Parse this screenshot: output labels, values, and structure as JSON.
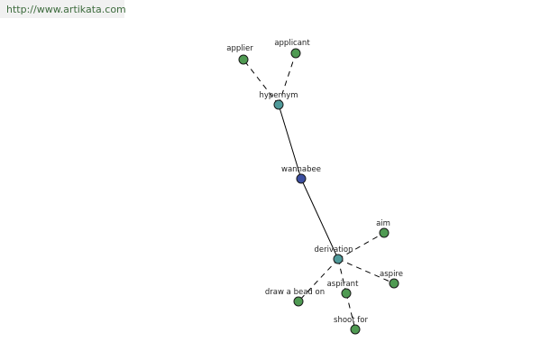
{
  "watermark": {
    "text": "http://www.artikata.com"
  },
  "colors": {
    "center": "#3b4ea0",
    "relation": "#4f9a9a",
    "term": "#4f9a52",
    "edge": "#000000",
    "watermark_bg": "#f1f1f1",
    "watermark_text": "#3d6b3d"
  },
  "graph": {
    "nodes": [
      {
        "id": "wannabee",
        "label": "wannabee",
        "kind": "center"
      },
      {
        "id": "hypernym",
        "label": "hypernym",
        "kind": "relation"
      },
      {
        "id": "derivation",
        "label": "derivation",
        "kind": "relation"
      },
      {
        "id": "applier",
        "label": "applier",
        "kind": "term"
      },
      {
        "id": "applicant",
        "label": "applicant",
        "kind": "term"
      },
      {
        "id": "aim",
        "label": "aim",
        "kind": "term"
      },
      {
        "id": "aspire",
        "label": "aspire",
        "kind": "term"
      },
      {
        "id": "aspirant",
        "label": "aspirant",
        "kind": "term"
      },
      {
        "id": "draw-a-bead-on",
        "label": "draw a bead on",
        "kind": "term"
      },
      {
        "id": "shoot-for",
        "label": "shoot for",
        "kind": "term"
      }
    ],
    "edges": [
      {
        "from": "wannabee",
        "to": "hypernym",
        "style": "solid"
      },
      {
        "from": "wannabee",
        "to": "derivation",
        "style": "solid"
      },
      {
        "from": "hypernym",
        "to": "applier",
        "style": "dashed"
      },
      {
        "from": "hypernym",
        "to": "applicant",
        "style": "dashed"
      },
      {
        "from": "derivation",
        "to": "aim",
        "style": "dashed"
      },
      {
        "from": "derivation",
        "to": "aspire",
        "style": "dashed"
      },
      {
        "from": "derivation",
        "to": "aspirant",
        "style": "dashed"
      },
      {
        "from": "derivation",
        "to": "draw-a-bead-on",
        "style": "dashed"
      },
      {
        "from": "aspirant",
        "to": "shoot-for",
        "style": "dashed"
      }
    ]
  }
}
